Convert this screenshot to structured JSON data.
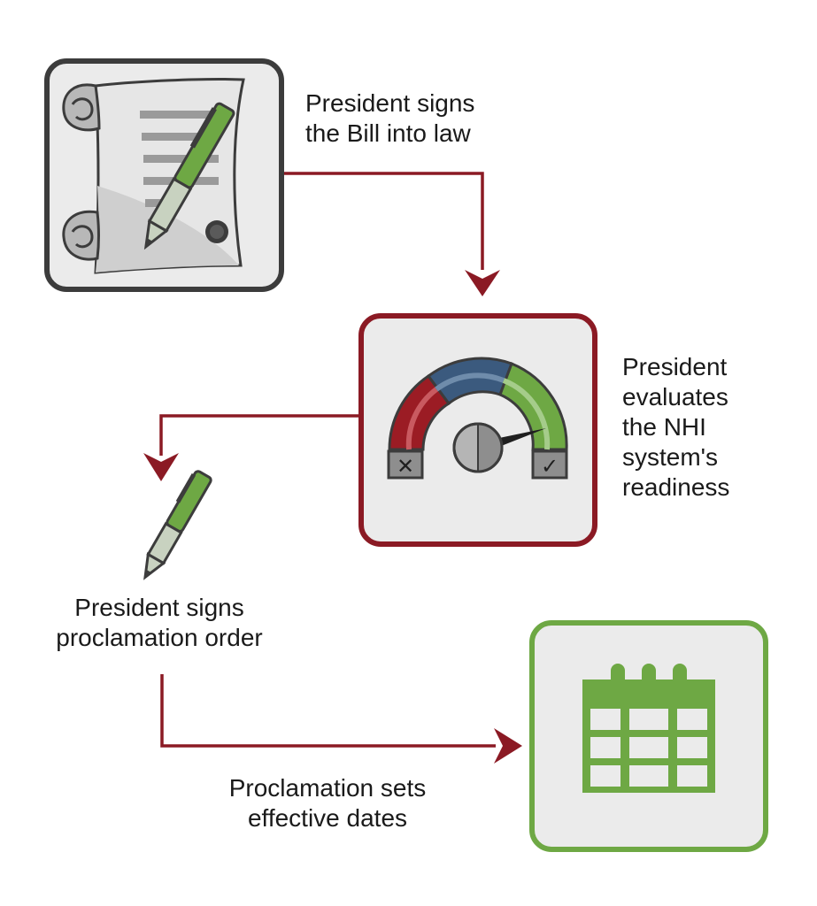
{
  "steps": [
    {
      "lines": [
        "President signs",
        "the Bill into law"
      ]
    },
    {
      "lines": [
        "President",
        "evaluates",
        "the NHI",
        "system's",
        "readiness"
      ]
    },
    {
      "lines": [
        "President signs",
        "proclamation order"
      ]
    },
    {
      "lines": [
        "Proclamation sets",
        "effective dates"
      ]
    }
  ],
  "icons": {
    "step1": "signed-scroll-icon",
    "step2": "readiness-gauge-icon",
    "step3": "pen-icon",
    "step4": "calendar-icon"
  },
  "gauge": {
    "no_symbol": "✕",
    "yes_symbol": "✓"
  },
  "colors": {
    "arrow": "#8b1a24",
    "box1_border": "#3c3c3c",
    "box2_border": "#8b1a24",
    "box4_border": "#6ea844",
    "box_fill": "#ebebeb",
    "gauge_red": "#9b1c24",
    "gauge_blue": "#3b5a7e",
    "gauge_green": "#6ea844",
    "pen_green": "#6ea844"
  }
}
